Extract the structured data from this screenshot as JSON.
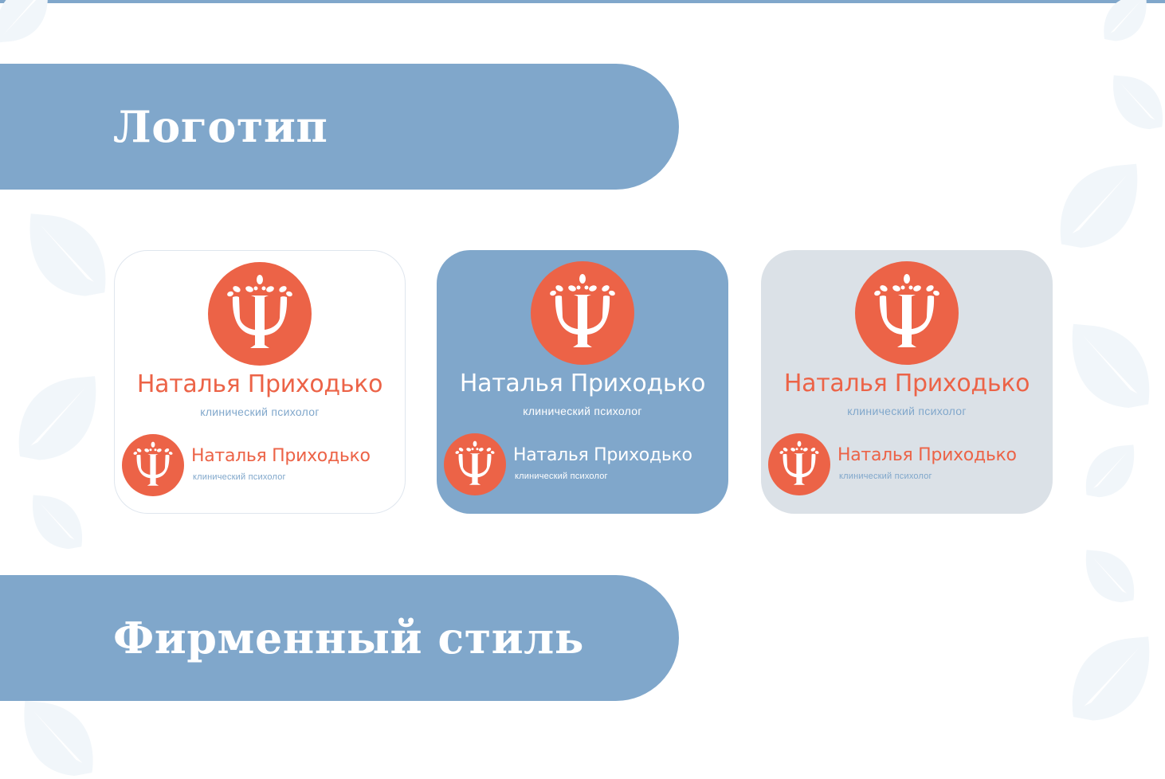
{
  "colors": {
    "accent_blue": "#80a7cb",
    "brand_orange": "#ec6347",
    "card_grey": "#dbe1e7",
    "leaf_tint": "#f1f6fa",
    "white": "#ffffff"
  },
  "sections": [
    {
      "title": "Логотип"
    },
    {
      "title": "Фирменный стиль"
    }
  ],
  "logo_cards": [
    {
      "variant": "white-background",
      "emblem_icon": "psi-tree-icon",
      "name": "Наталья Приходько",
      "subtitle": "клинический психолог",
      "horizontal_name": "Наталья Приходько",
      "horizontal_subtitle": "клинический психолог"
    },
    {
      "variant": "blue-background",
      "emblem_icon": "psi-tree-icon",
      "name": "Наталья Приходько",
      "subtitle": "клинический психолог",
      "horizontal_name": "Наталья Приходько",
      "horizontal_subtitle": "клинический психолог"
    },
    {
      "variant": "grey-background",
      "emblem_icon": "psi-tree-icon",
      "name": "Наталья Приходько",
      "subtitle": "клинический психолог",
      "horizontal_name": "Наталья Приходько",
      "horizontal_subtitle": "клинический психолог"
    }
  ],
  "decorations": {
    "icon": "leaf-icon"
  }
}
